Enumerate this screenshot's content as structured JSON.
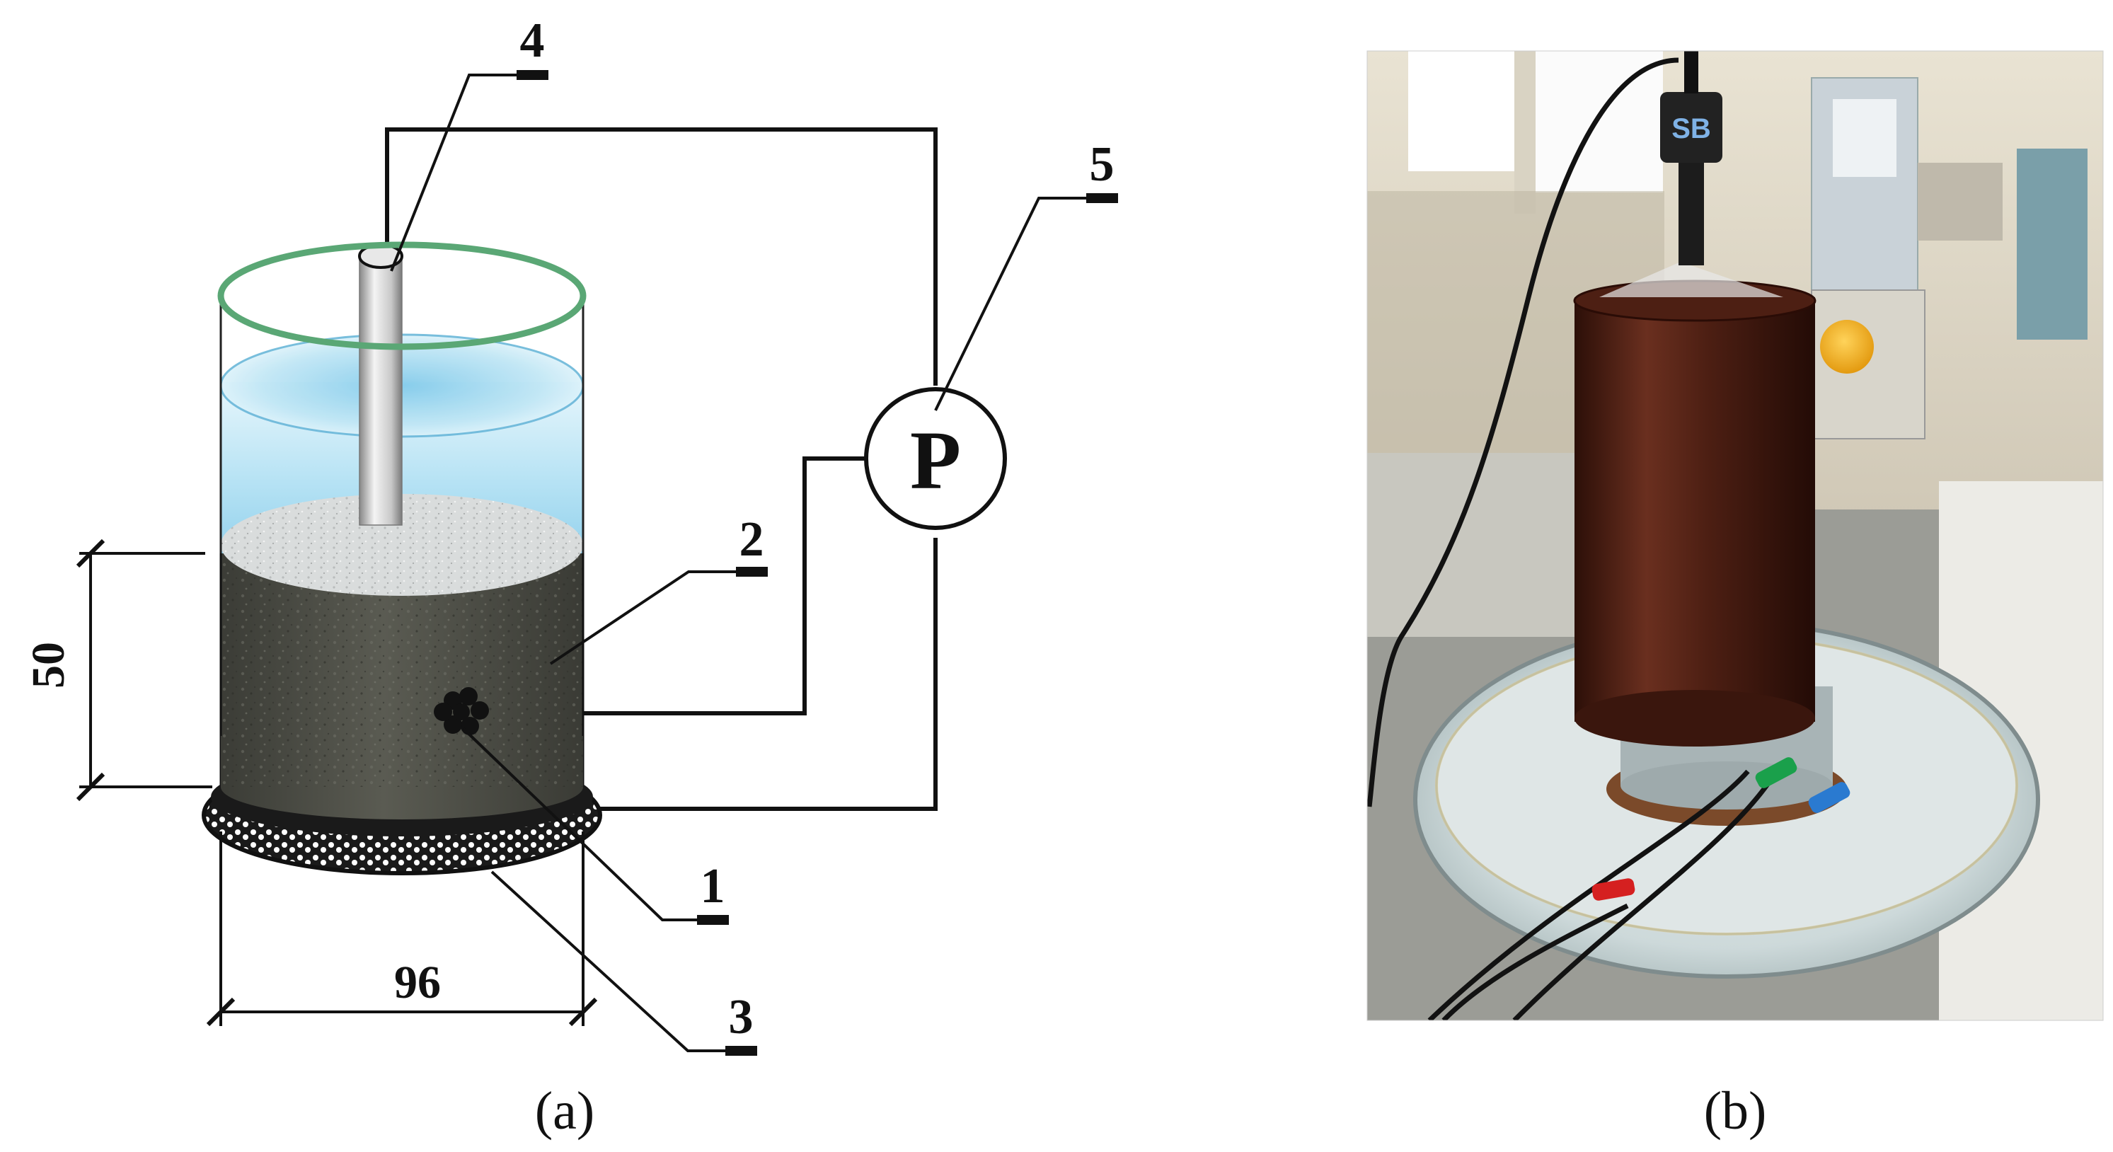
{
  "panel_a": {
    "caption": "(a)",
    "callouts": {
      "sensor": "1",
      "soil": "2",
      "base_mesh": "3",
      "probe": "4",
      "pressure_meter": "5"
    },
    "pressure_symbol": "P",
    "dim_height": "50",
    "dim_width": "96"
  },
  "panel_b": {
    "caption": "(b)",
    "probe_marking": "SB"
  },
  "colors": {
    "line": "#111111",
    "rim": "#5aa775",
    "water": "#bfe6f5",
    "soil": "#4a4b44",
    "mesh": "#222222",
    "tube": "#4a1e12",
    "wall": "#f2efe6",
    "window": "#ffffff",
    "basin": "#c9d6d6"
  }
}
